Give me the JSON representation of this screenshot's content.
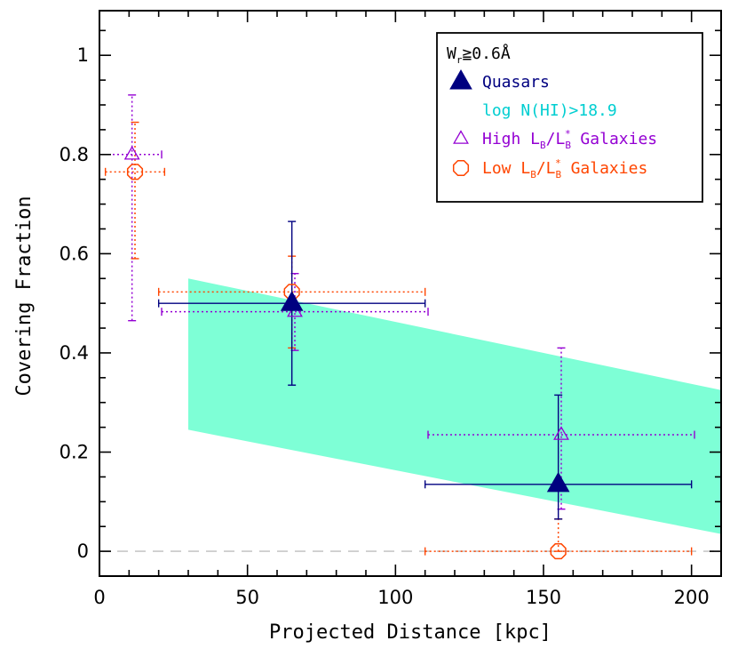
{
  "chart_data": {
    "type": "scatter",
    "title": "",
    "xlabel": "Projected Distance [kpc]",
    "ylabel": "Covering Fraction",
    "xlim": [
      0,
      210
    ],
    "ylim": [
      -0.05,
      1.09
    ],
    "x_ticks": [
      0,
      50,
      100,
      150,
      200
    ],
    "x_tick_labels": [
      "0",
      "50",
      "100",
      "150",
      "200"
    ],
    "y_ticks": [
      0,
      0.2,
      0.4,
      0.6,
      0.8,
      1
    ],
    "y_tick_labels": [
      "0",
      "0.2",
      "0.4",
      "0.6",
      "0.8",
      "1"
    ],
    "grid": false,
    "legend_position": "top-right",
    "reference_line": {
      "y": 0,
      "style": "dashed",
      "color": "#c8c8c8"
    },
    "band": {
      "label": "log N(HI)>18.9",
      "color": "#7effd6",
      "x": [
        30,
        210
      ],
      "upper": [
        0.55,
        0.325
      ],
      "lower": [
        0.245,
        0.035
      ]
    },
    "legend_header": {
      "main": "W",
      "sub": "r",
      "rest": "≧0.6Å"
    },
    "series": [
      {
        "name": "Quasars",
        "marker": "filled-triangle",
        "color": "#000080",
        "errorbar_style": "solid",
        "points": [
          {
            "x": 65,
            "y": 0.5,
            "xlo": 20,
            "xhi": 110,
            "ylo": 0.335,
            "yhi": 0.665
          },
          {
            "x": 155,
            "y": 0.135,
            "xlo": 110,
            "xhi": 200,
            "ylo": 0.065,
            "yhi": 0.315
          }
        ]
      },
      {
        "name": "High L_B/L_B* Galaxies",
        "marker": "open-triangle",
        "color": "#9400d3",
        "errorbar_style": "dotted",
        "points": [
          {
            "x": 11,
            "y": 0.8,
            "xlo": 0,
            "xhi": 21,
            "ylo": 0.465,
            "yhi": 0.92
          },
          {
            "x": 66,
            "y": 0.483,
            "xlo": 21,
            "xhi": 111,
            "ylo": 0.405,
            "yhi": 0.56
          },
          {
            "x": 156,
            "y": 0.235,
            "xlo": 111,
            "xhi": 201,
            "ylo": 0.085,
            "yhi": 0.41
          }
        ]
      },
      {
        "name": "Low L_B/L_B* Galaxies",
        "marker": "open-octagon",
        "color": "#ff4500",
        "errorbar_style": "dotted",
        "points": [
          {
            "x": 12,
            "y": 0.765,
            "xlo": 2,
            "xhi": 22,
            "ylo": 0.59,
            "yhi": 0.865
          },
          {
            "x": 65,
            "y": 0.523,
            "xlo": 20,
            "xhi": 110,
            "ylo": 0.41,
            "yhi": 0.595
          },
          {
            "x": 155,
            "y": 0.0,
            "xlo": 110,
            "xhi": 200,
            "ylo": 0.0,
            "yhi": 0.065
          }
        ]
      }
    ],
    "legend_entries": [
      {
        "text": "Quasars",
        "color": "#000080",
        "marker": "filled-triangle"
      },
      {
        "text": "log N(HI)>18.9",
        "color": "#00ced1",
        "marker": "none"
      },
      {
        "text_main": "High L",
        "text_sub1": "B",
        "text_mid": "/L",
        "text_sub2": "B",
        "text_sup": "*",
        "text_end": " Galaxies",
        "color": "#9400d3",
        "marker": "open-triangle"
      },
      {
        "text_main": "Low L",
        "text_sub1": "B",
        "text_mid": "/L",
        "text_sub2": "B",
        "text_sup": "*",
        "text_end": " Galaxies",
        "color": "#ff4500",
        "marker": "open-octagon"
      }
    ]
  }
}
